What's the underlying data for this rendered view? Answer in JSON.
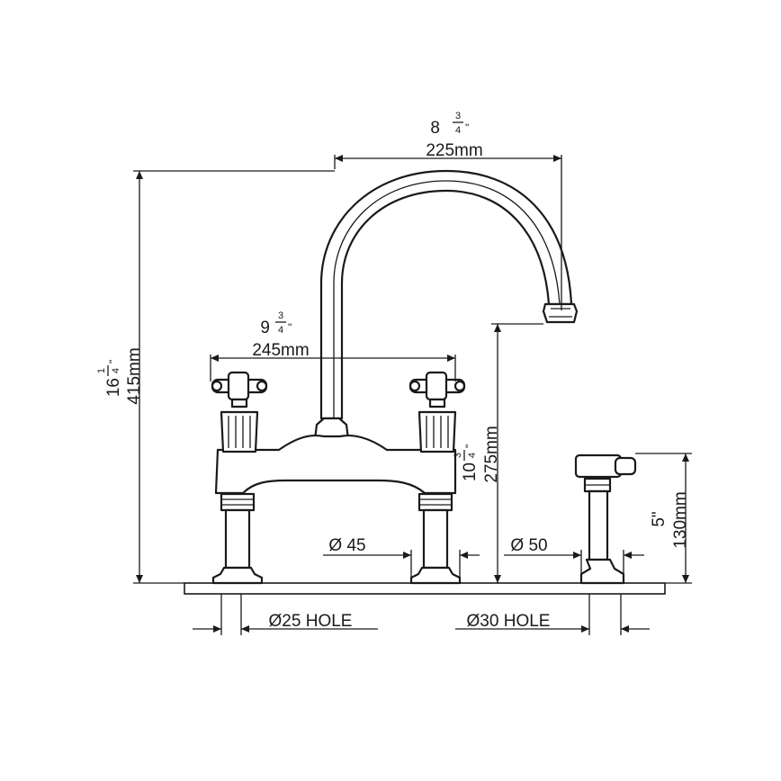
{
  "dimensions": {
    "spout_reach": {
      "imperial_whole": "8",
      "imperial_num": "3",
      "imperial_den": "4",
      "imperial_unit": "\"",
      "metric": "225mm"
    },
    "handle_centres": {
      "imperial_whole": "9",
      "imperial_num": "3",
      "imperial_den": "4",
      "imperial_unit": "\"",
      "metric": "245mm"
    },
    "overall_height": {
      "imperial_whole": "16",
      "imperial_num": "1",
      "imperial_den": "4",
      "imperial_unit": "\"",
      "metric": "415mm"
    },
    "spout_height": {
      "imperial_whole": "10",
      "imperial_num": "3",
      "imperial_den": "4",
      "imperial_unit": "\"",
      "metric": "275mm"
    },
    "spray_height": {
      "imperial": "5\"",
      "metric": "130mm"
    },
    "base_diameter_tap": "Ø 45",
    "base_diameter_spray": "Ø 50",
    "hole_tap": "Ø25 HOLE",
    "hole_spray": "Ø30 HOLE"
  }
}
